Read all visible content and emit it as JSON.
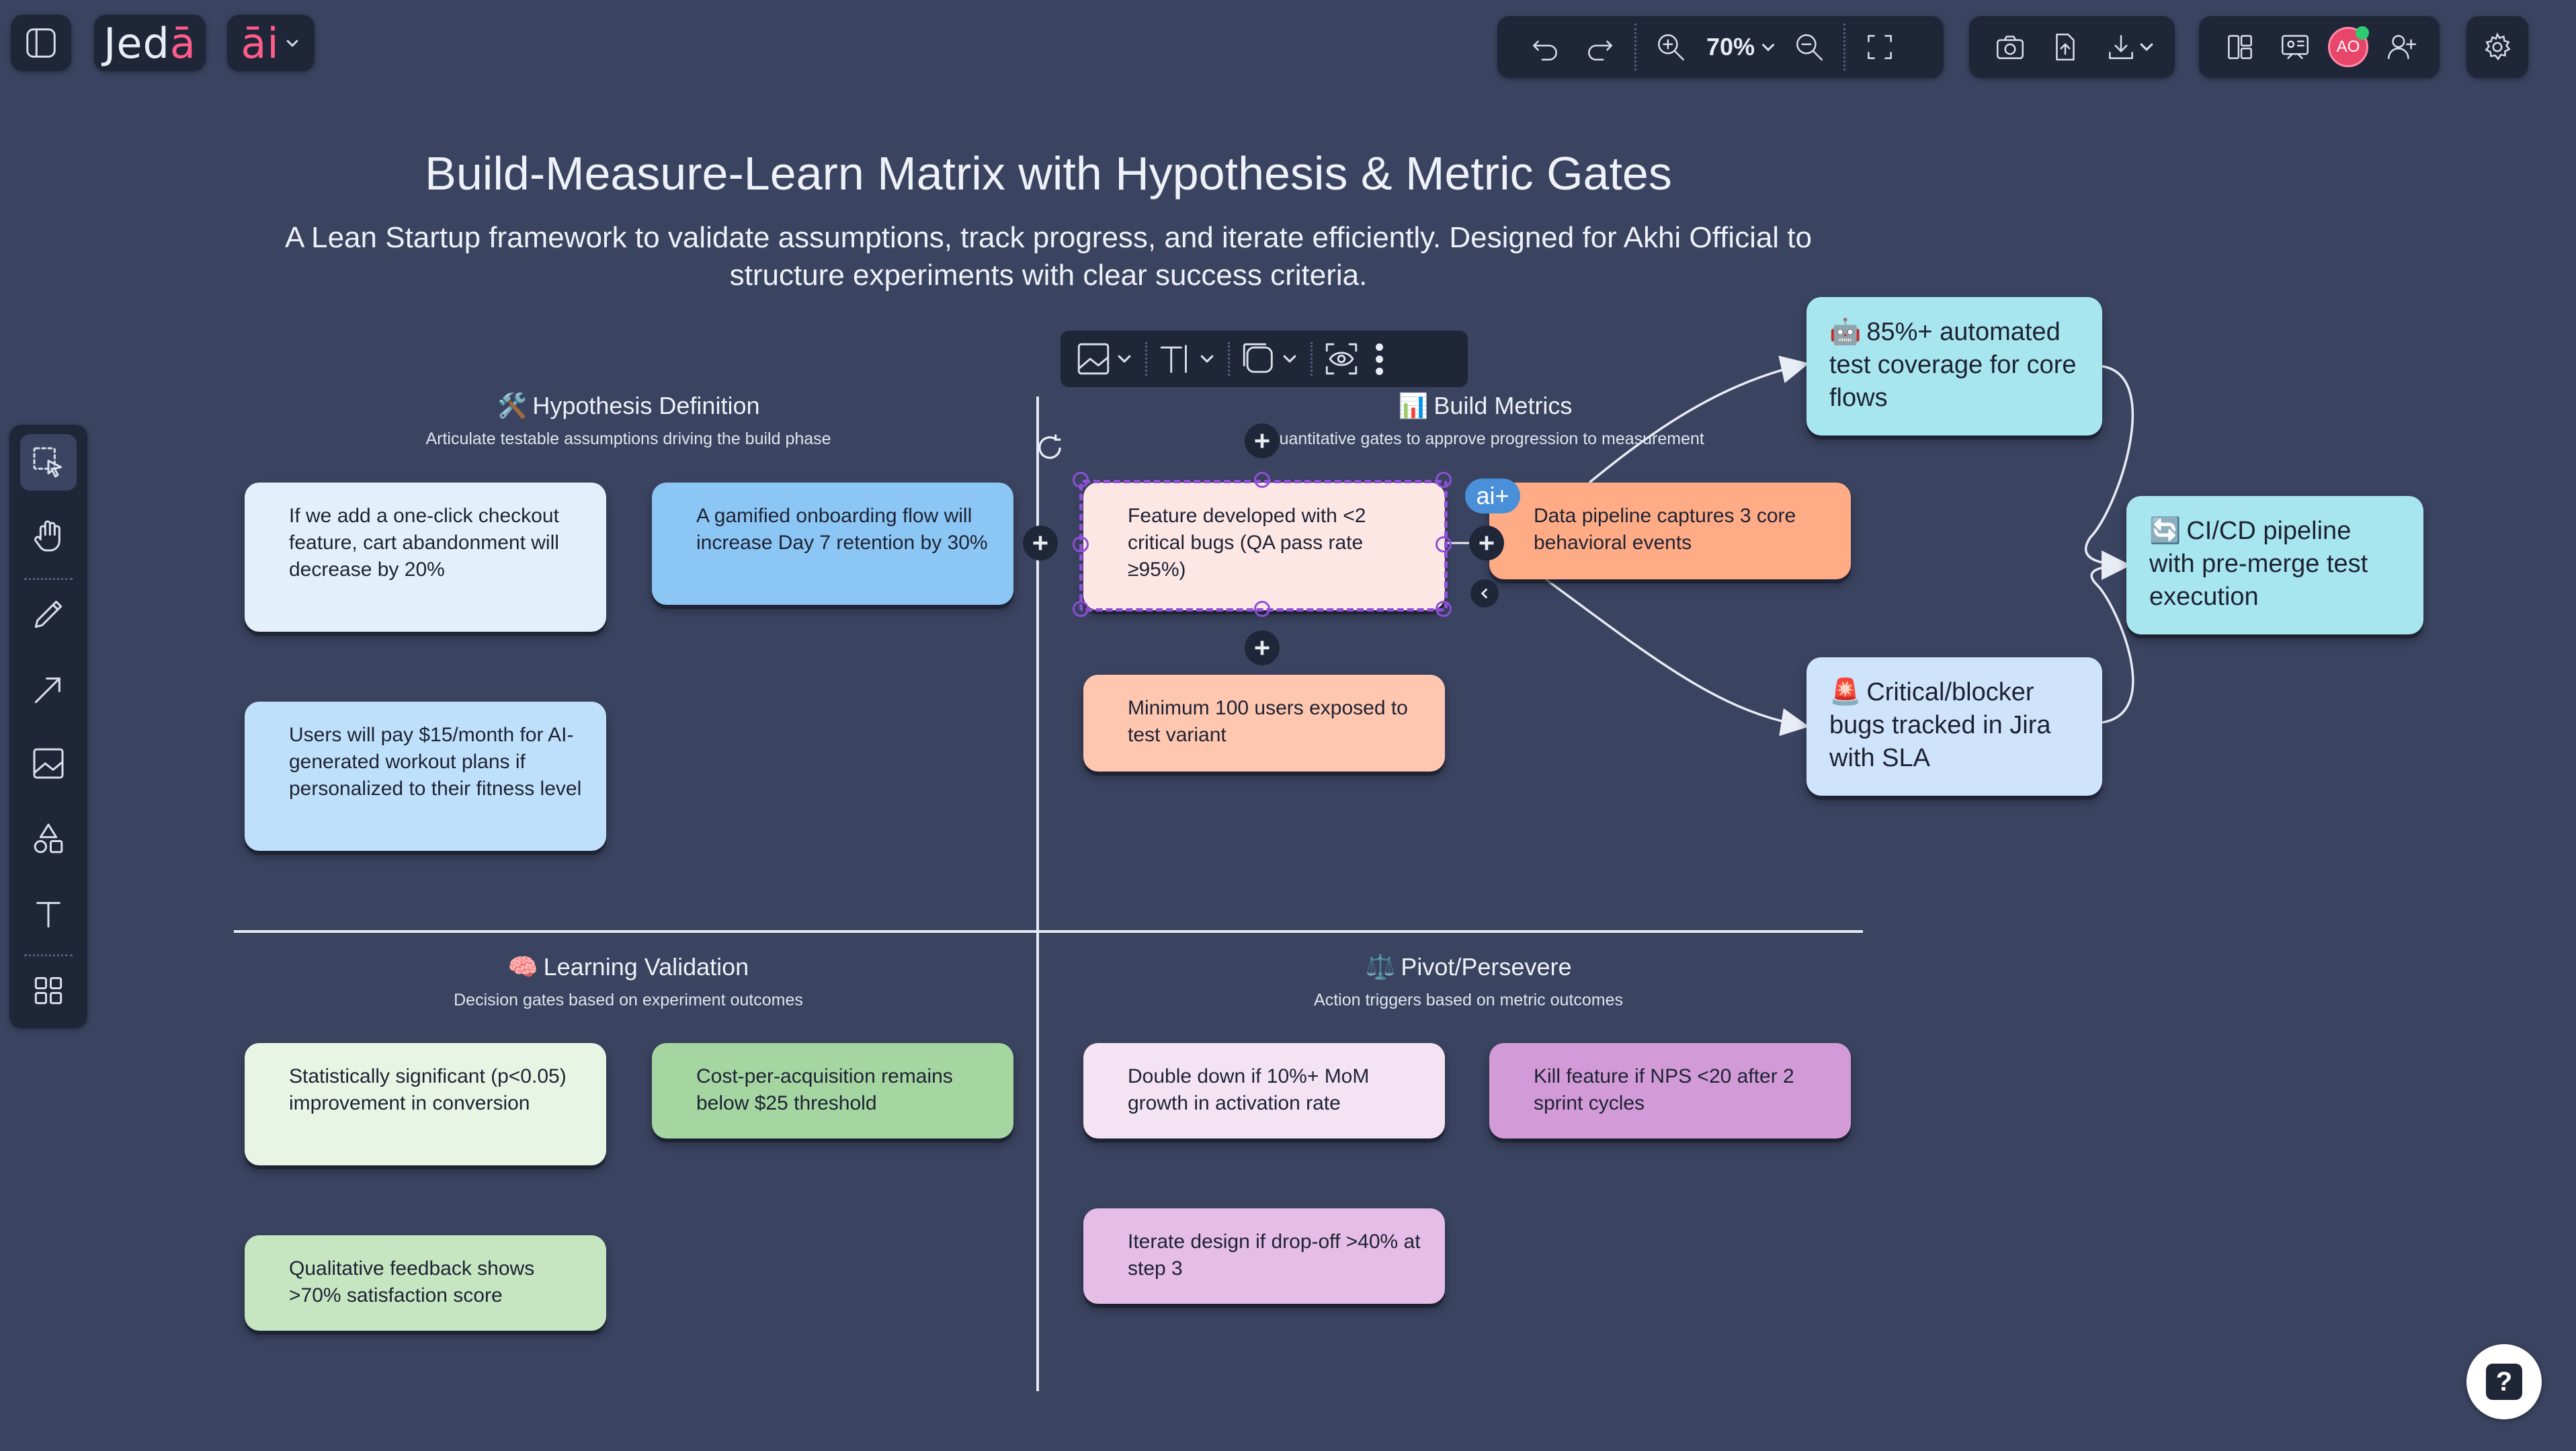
{
  "app": {
    "logo_text": "Jed",
    "logo_accent": "ā",
    "ai_text": "āi",
    "zoom_level": "70%",
    "avatar_initials": "AO",
    "ai_plus_label": "ai+",
    "help_label": "?"
  },
  "header": {
    "title": "Build-Measure-Learn Matrix with Hypothesis & Metric Gates",
    "subtitle": "A Lean Startup framework to validate assumptions, track progress, and iterate efficiently. Designed for Akhi Official to structure experiments with clear success criteria."
  },
  "quadrants": {
    "hypothesis": {
      "icon": "🛠️",
      "title": "Hypothesis Definition",
      "subtitle": "Articulate testable assumptions driving the build phase"
    },
    "build": {
      "icon": "📊",
      "title": "Build Metrics",
      "subtitle": "Quantitative gates to approve progression to measurement"
    },
    "learning": {
      "icon": "🧠",
      "title": "Learning Validation",
      "subtitle": "Decision gates based on experiment outcomes"
    },
    "pivot": {
      "icon": "⚖️",
      "title": "Pivot/Persevere",
      "subtitle": "Action triggers based on metric outcomes"
    }
  },
  "cards": {
    "h1": "If we add a one-click checkout feature, cart abandonment will decrease by 20%",
    "h2": "A gamified onboarding flow will increase Day 7 retention by 30%",
    "h3": "Users will pay $15/month for AI-generated workout plans if personalized to their fitness level",
    "b1": "Feature developed with <2 critical bugs (QA pass rate ≥95%)",
    "b2": "Data pipeline captures 3 core behavioral events",
    "b3": "Minimum 100 users exposed to test variant",
    "l1": "Statistically significant (p<0.05) improvement in conversion",
    "l2": "Cost-per-acquisition remains below $25 threshold",
    "l3": "Qualitative feedback shows >70% satisfaction score",
    "p1": "Double down if 10%+ MoM growth in activation rate",
    "p2": "Kill feature if NPS <20 after 2 sprint cycles",
    "p3": "Iterate design if drop-off >40% at step 3",
    "m1_icon": "🤖",
    "m1": "85%+ automated test coverage for core flows",
    "m2_icon": "🚨",
    "m2": "Critical/blocker bugs tracked in Jira with SLA",
    "m3_icon": "🔄",
    "m3": "CI/CD pipeline with pre-merge test execution"
  },
  "colors": {
    "background": "#3a4360",
    "toolbar": "#1f2638",
    "hypothesis_light": "#e3f0fb",
    "hypothesis_blue": "#8cc6f4",
    "hypothesis_mid": "#bfe0fa",
    "build_pink": "#fde7e5",
    "build_orange": "#ffab86",
    "build_peach": "#ffc7b0",
    "learning_light": "#e8f5e4",
    "learning_green": "#a5d6a1",
    "learning_mid": "#c6e6c2",
    "pivot_light": "#f3e3f3",
    "pivot_purple": "#d39ad8",
    "pivot_mid": "#e5bde6",
    "teal": "#a8e6ef",
    "light_blue": "#cfe3fb",
    "selection": "#8e4fd6",
    "logo_accent": "#ff5c8a"
  }
}
